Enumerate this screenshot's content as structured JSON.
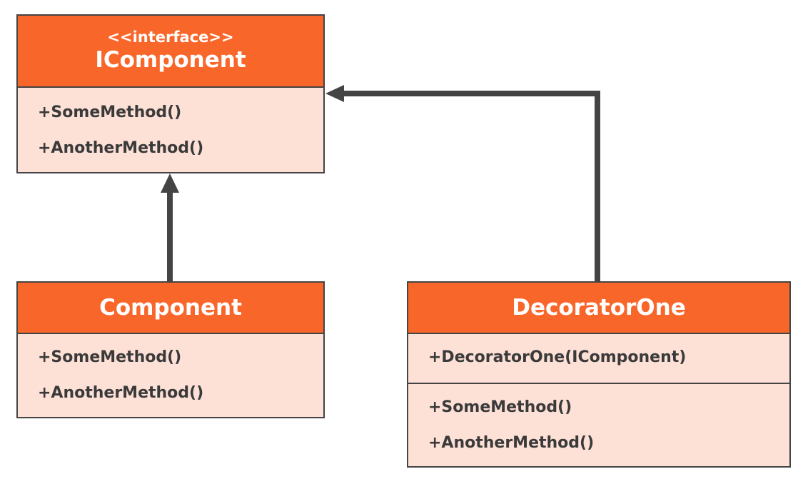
{
  "colors": {
    "header": "#f9662a",
    "body": "#fde0d6",
    "border": "#444444",
    "text": "#3a3a3a",
    "arrow": "#444444"
  },
  "classes": {
    "icomponent": {
      "stereotype": "<<interface>>",
      "name": "IComponent",
      "methods": [
        "+SomeMethod()",
        "+AnotherMethod()"
      ]
    },
    "component": {
      "name": "Component",
      "methods": [
        "+SomeMethod()",
        "+AnotherMethod()"
      ]
    },
    "decorator_one": {
      "name": "DecoratorOne",
      "constructors": [
        "+DecoratorOne(IComponent)"
      ],
      "methods": [
        "+SomeMethod()",
        "+AnotherMethod()"
      ]
    }
  },
  "relationships": [
    {
      "from": "Component",
      "to": "IComponent",
      "type": "realization"
    },
    {
      "from": "DecoratorOne",
      "to": "IComponent",
      "type": "realization"
    }
  ]
}
